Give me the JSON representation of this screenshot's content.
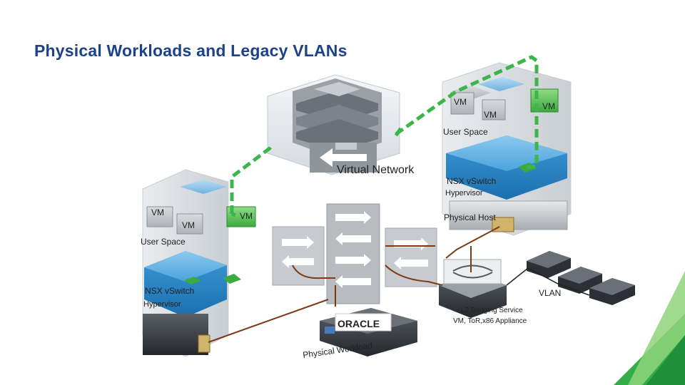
{
  "slide": {
    "title": "Physical Workloads and Legacy VLANs"
  },
  "right_host": {
    "vm_labels": [
      "VM",
      "VM",
      "VM"
    ],
    "user_space": "User Space",
    "switch": "NSX vSwitch",
    "hypervisor": "Hypervisor",
    "physical_host": "Physical Host"
  },
  "left_host": {
    "vm_labels": [
      "VM",
      "VM",
      "VM"
    ],
    "user_space": "User Space",
    "switch": "NSX vSwitch",
    "hypervisor": "Hypervisor"
  },
  "center": {
    "virtual_network": "Virtual Network"
  },
  "bridge": {
    "vlan": "VLAN",
    "service_line1": "L2 Bridging Service",
    "service_line2": "VM, ToR,x86 Appliance"
  },
  "physical": {
    "oracle_logo": "ORACLE",
    "workload_label": "Physical Workload"
  },
  "colors": {
    "title": "#1d428a",
    "overlay_dash": "#3cb54a",
    "vswitch_blue": "#2a86c6",
    "vm_green": "#5cc25a",
    "cable": "#7a3b16",
    "corner_green": "#2fae4a"
  }
}
